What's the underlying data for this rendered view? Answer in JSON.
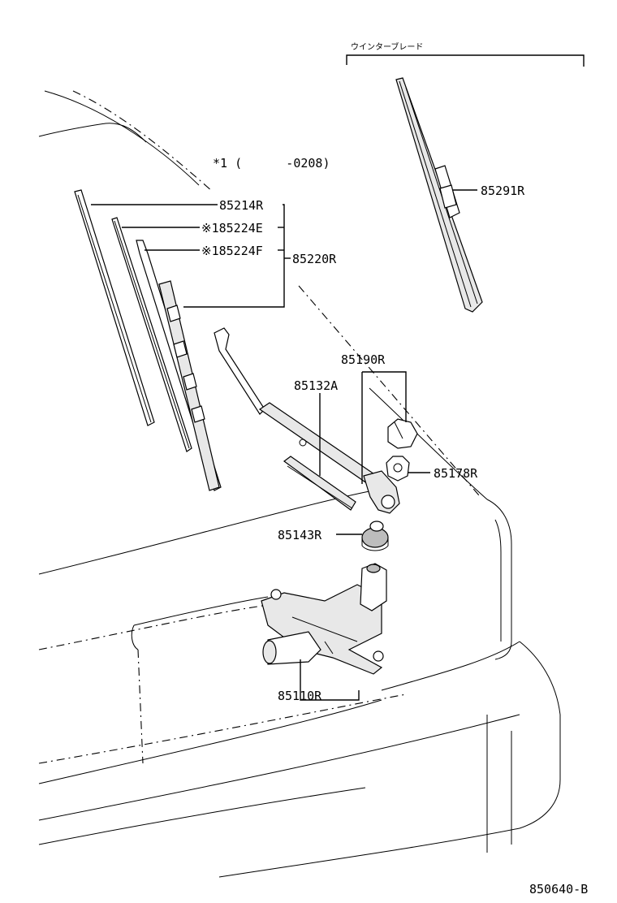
{
  "header": {
    "winter_blade_label": "ウインターブレード",
    "footnote": "*1 (      -0208)"
  },
  "parts": {
    "p85214R": "85214R",
    "p85224E": "※185224E",
    "p85224F": "※185224F",
    "p85220R": "85220R",
    "p85291R": "85291R",
    "p85190R": "85190R",
    "p85132A": "85132A",
    "p85178R": "85178R",
    "p85143R": "85143R",
    "p85110R": "85110R"
  },
  "footer": {
    "diagram_code": "850640-B"
  }
}
